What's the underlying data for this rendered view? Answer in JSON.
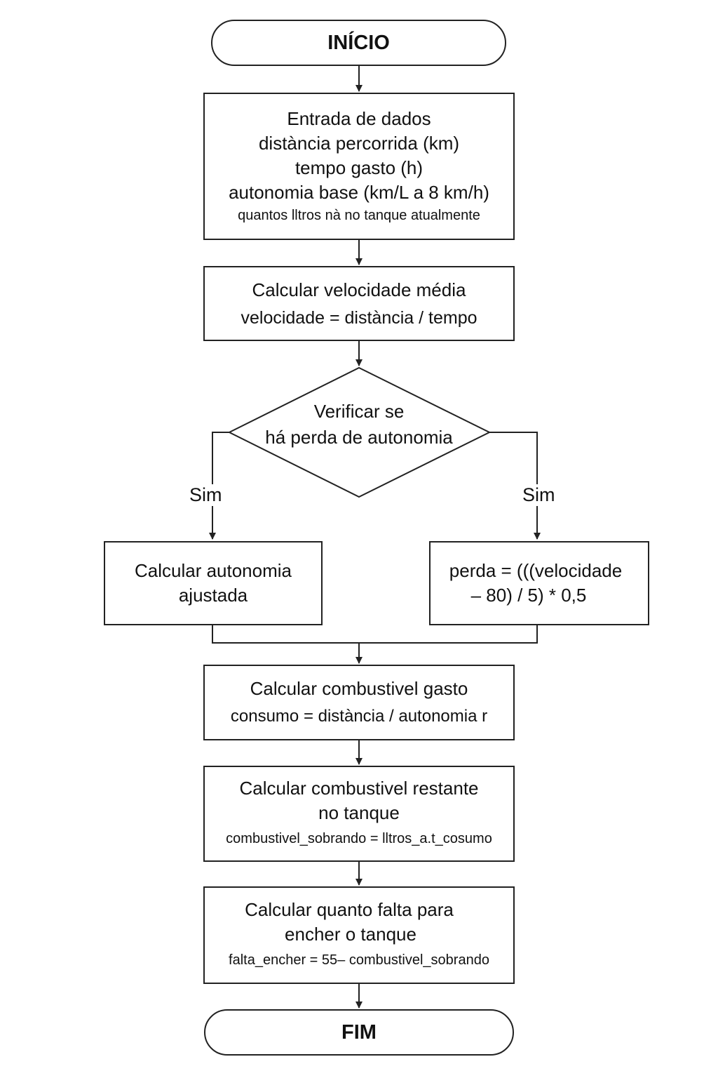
{
  "start": {
    "label": "INÍCIO"
  },
  "input": {
    "title": "Entrada de dados",
    "lines": [
      "distància percorrida (km)",
      "tempo gasto (h)",
      "autonomia base (km/L a 8 km/h)"
    ],
    "note": "quantos lltros nà no tanque atualmente"
  },
  "speed": {
    "title": "Calcular velocidade média",
    "formula": "velocidade = distància / tempo"
  },
  "decision": {
    "line1": "Verificar se",
    "line2": "há perda de autonomia"
  },
  "branch_left_label": "Sim",
  "branch_right_label": "Sim",
  "autonomy": {
    "line1": "Calcular autonomia",
    "line2": "ajustada"
  },
  "loss": {
    "line1": "perda = (((velocidade",
    "line2": "– 80) / 5) * 0,5"
  },
  "consumption": {
    "title": "Calcular combustivel gasto",
    "formula": "consumo = distància / autonomia r"
  },
  "remaining": {
    "line1": "Calcular combustivel restante",
    "line2": "no tanque",
    "formula": "combustivel_sobrando = lltros_a.t_cosumo"
  },
  "fill": {
    "line1": "Calcular quanto falta para",
    "line2": "encher o tanque",
    "formula": "falta_encher = 55– combustivel_sobrando"
  },
  "end": {
    "label": "FIM"
  }
}
